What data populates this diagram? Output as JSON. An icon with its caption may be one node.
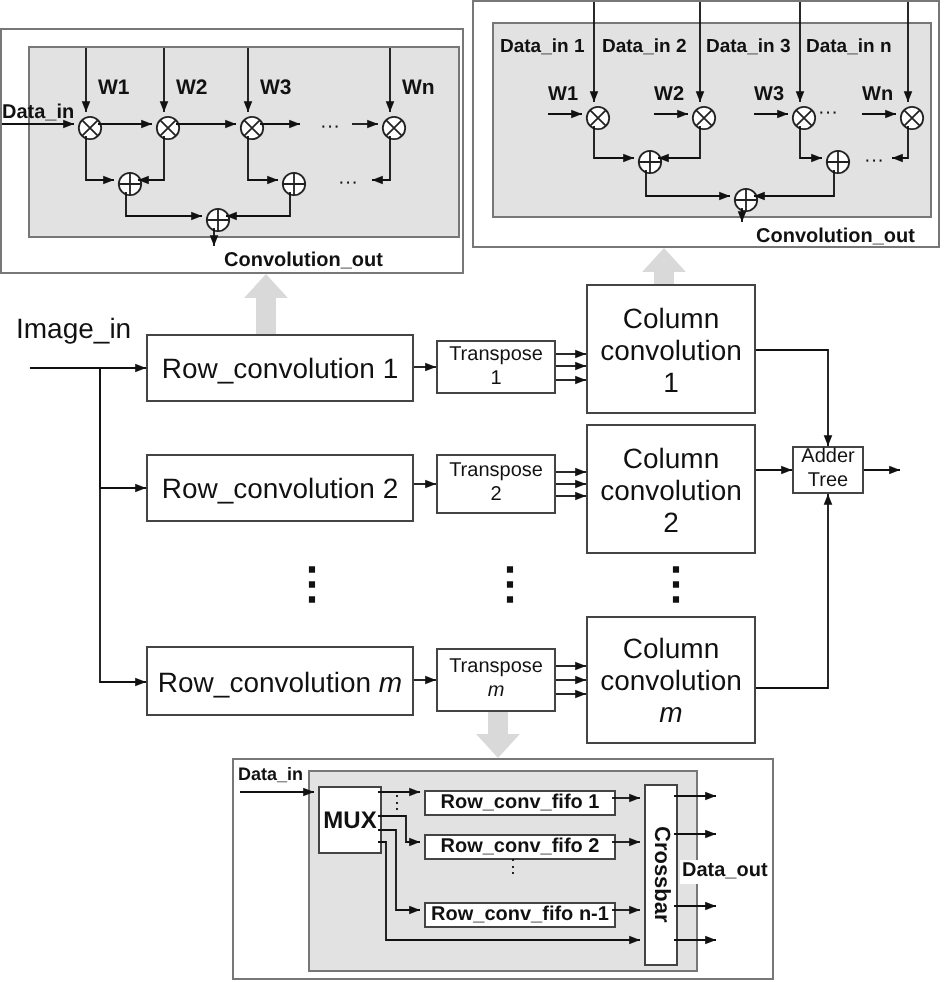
{
  "diagram": {
    "nodes": [
      {
        "text": [],
        "shape": "box"
      },
      {
        "text": [],
        "shape": "box",
        "in": 0
      },
      {
        "text": [
          "Data_in"
        ],
        "in": 0
      },
      {
        "text": [
          "W1"
        ],
        "in": 1
      },
      {
        "text": [
          "W2"
        ],
        "in": 1
      },
      {
        "text": [
          "W3"
        ],
        "in": 1
      },
      {
        "text": [
          "Wn"
        ],
        "in": 1
      },
      {
        "text": [],
        "shape": "cross-circle",
        "in": 1
      },
      {
        "text": [],
        "shape": "cross-circle",
        "in": 1
      },
      {
        "text": [],
        "shape": "cross-circle",
        "in": 1
      },
      {
        "text": [],
        "shape": "cross-circle",
        "in": 1
      },
      {
        "text": [
          "···"
        ],
        "in": 1
      },
      {
        "text": [],
        "shape": "plus-circle",
        "in": 1
      },
      {
        "text": [],
        "shape": "plus-circle",
        "in": 1
      },
      {
        "text": [
          "···"
        ],
        "in": 1
      },
      {
        "text": [],
        "shape": "plus-circle",
        "in": 1
      },
      {
        "text": [
          "Convolution_out"
        ],
        "in": 0
      },
      {
        "text": [],
        "shape": "box"
      },
      {
        "text": [],
        "shape": "box",
        "in": 17
      },
      {
        "text": [
          "W1"
        ],
        "in": 18
      },
      {
        "text": [
          "W2"
        ],
        "in": 18
      },
      {
        "text": [
          "W3"
        ],
        "in": 18
      },
      {
        "text": [
          "Wn"
        ],
        "in": 18
      },
      {
        "text": [],
        "shape": "cross-circle",
        "in": 18
      },
      {
        "text": [],
        "shape": "cross-circle",
        "in": 18
      },
      {
        "text": [],
        "shape": "cross-circle",
        "in": 18
      },
      {
        "text": [],
        "shape": "cross-circle",
        "in": 18
      },
      {
        "text": [],
        "shape": "plus-circle",
        "in": 18
      },
      {
        "text": [],
        "shape": "plus-circle",
        "in": 18
      },
      {
        "text": [
          "···"
        ],
        "in": 18
      },
      {
        "text": [],
        "shape": "plus-circle",
        "in": 18
      },
      {
        "text": [
          "Convolution_out"
        ],
        "in": 17
      },
      {
        "text": [
          "Image_in"
        ]
      },
      {
        "text": [
          "Row_convolution 1"
        ]
      },
      {
        "text": [
          "Row_convolution 2"
        ]
      },
      {
        "text": [
          "Row_convolution *m*"
        ]
      },
      {
        "text": [
          "Transpose 1"
        ]
      },
      {
        "text": [
          "Transpose 2"
        ]
      },
      {
        "text": [
          "Transpose *m*"
        ]
      },
      {
        "text": [
          "Column convolution 1"
        ]
      },
      {
        "text": [
          "Column convolution 2"
        ]
      },
      {
        "text": [
          "Column convolution *m*"
        ]
      },
      {
        "text": [
          "Adder Tree"
        ]
      },
      {
        "text": [],
        "shape": "box"
      },
      {
        "text": [],
        "shape": "box",
        "in": 43
      },
      {
        "text": [
          "Data_in"
        ],
        "in": 43
      },
      {
        "text": [
          "MUX"
        ],
        "in": 44
      },
      {
        "text": [
          "Row_conv_fifo 1"
        ],
        "in": 44
      },
      {
        "text": [
          "Row_conv_fifo 2"
        ],
        "in": 44
      },
      {
        "text": [
          "Row_conv_fifo n-1"
        ],
        "in": 44
      },
      {
        "text": [
          "Crossbar"
        ],
        "in": 44,
        "beside": [
          "Data_out"
        ]
      }
    ],
    "edges": [
      {
        "from": 2,
        "to": 7,
        "arrow": "to"
      },
      {
        "from": 3,
        "to": 7,
        "arrow": "to"
      },
      {
        "from": 4,
        "to": 8,
        "arrow": "to"
      },
      {
        "from": 5,
        "to": 9,
        "arrow": "to"
      },
      {
        "from": 6,
        "to": 10,
        "arrow": "to"
      },
      {
        "from": 7,
        "to": 8,
        "arrow": "to"
      },
      {
        "from": 8,
        "to": 9,
        "arrow": "to"
      },
      {
        "from": 9,
        "to": 11,
        "arrow": "to"
      },
      {
        "from": 11,
        "to": 10,
        "arrow": "to"
      },
      {
        "from": 7,
        "to": 12,
        "arrow": "to"
      },
      {
        "from": 8,
        "to": 12,
        "arrow": "to"
      },
      {
        "from": 9,
        "to": 13,
        "arrow": "to"
      },
      {
        "from": 10,
        "to": 14,
        "arrow": "to"
      },
      {
        "from": 12,
        "to": 15,
        "arrow": "to"
      },
      {
        "from": 13,
        "to": 15,
        "arrow": "to"
      },
      {
        "from": 15,
        "to": 16,
        "arrow": "to"
      },
      {
        "from": null,
        "to": 23,
        "arrow": "to"
      },
      {
        "from": null,
        "to": 24,
        "arrow": "to"
      },
      {
        "from": null,
        "to": 25,
        "arrow": "to"
      },
      {
        "from": null,
        "to": 26,
        "arrow": "to"
      },
      {
        "from": 19,
        "to": 23,
        "arrow": "to"
      },
      {
        "from": 20,
        "to": 24,
        "arrow": "to"
      },
      {
        "from": 21,
        "to": 25,
        "arrow": "to"
      },
      {
        "from": 22,
        "to": 26,
        "arrow": "to"
      },
      {
        "from": 23,
        "to": 27,
        "arrow": "to"
      },
      {
        "from": 24,
        "to": 27,
        "arrow": "to"
      },
      {
        "from": 25,
        "to": 28,
        "arrow": "to"
      },
      {
        "from": 26,
        "to": 29,
        "arrow": "to"
      },
      {
        "from": 27,
        "to": 30,
        "arrow": "to"
      },
      {
        "from": 28,
        "to": 30,
        "arrow": "to"
      },
      {
        "from": 30,
        "to": 31,
        "arrow": "to"
      },
      {
        "from": 32,
        "to": 33,
        "arrow": "to"
      },
      {
        "from": 32,
        "to": 34,
        "arrow": "to"
      },
      {
        "from": 32,
        "to": 35,
        "arrow": "to"
      },
      {
        "from": 33,
        "to": 36,
        "arrow": "to"
      },
      {
        "from": 34,
        "to": 37,
        "arrow": "to"
      },
      {
        "from": 35,
        "to": 38,
        "arrow": "to"
      },
      {
        "from": 36,
        "to": 39,
        "arrow": "to"
      },
      {
        "from": 36,
        "to": 39,
        "arrow": "to"
      },
      {
        "from": 36,
        "to": 39,
        "arrow": "to"
      },
      {
        "from": 37,
        "to": 40,
        "arrow": "to"
      },
      {
        "from": 37,
        "to": 40,
        "arrow": "to"
      },
      {
        "from": 37,
        "to": 40,
        "arrow": "to"
      },
      {
        "from": 38,
        "to": 41,
        "arrow": "to"
      },
      {
        "from": 38,
        "to": 41,
        "arrow": "to"
      },
      {
        "from": 38,
        "to": 41,
        "arrow": "to"
      },
      {
        "from": 39,
        "to": 42,
        "arrow": "to"
      },
      {
        "from": 40,
        "to": 42,
        "arrow": "to"
      },
      {
        "from": 41,
        "to": 42,
        "arrow": "to"
      },
      {
        "from": 42,
        "to": null,
        "arrow": "to"
      },
      {
        "from": 33,
        "to": 0,
        "arrow": "to",
        "style": "thick",
        "color": "#d9d9d9"
      },
      {
        "from": 39,
        "to": 17,
        "arrow": "to",
        "style": "thick",
        "color": "#d9d9d9"
      },
      {
        "from": 38,
        "to": 43,
        "arrow": "to",
        "style": "thick",
        "color": "#d9d9d9"
      },
      {
        "from": 45,
        "to": 46,
        "arrow": "to"
      },
      {
        "from": 46,
        "to": 47,
        "arrow": "to"
      },
      {
        "from": 46,
        "to": 48,
        "arrow": "to"
      },
      {
        "from": 46,
        "to": 49,
        "arrow": "to"
      },
      {
        "from": 46,
        "to": 50,
        "arrow": "to"
      },
      {
        "from": 47,
        "to": 50,
        "arrow": "to"
      },
      {
        "from": 48,
        "to": 50,
        "arrow": "to"
      },
      {
        "from": 49,
        "to": 50,
        "arrow": "to"
      },
      {
        "from": 50,
        "to": null,
        "arrow": "to"
      },
      {
        "from": 50,
        "to": null,
        "arrow": "to"
      },
      {
        "from": 50,
        "to": null,
        "arrow": "to"
      },
      {
        "from": 50,
        "to": null,
        "arrow": "to"
      }
    ],
    "labels": [
      "Data_in 1",
      "Data_in 2",
      "Data_in 3",
      "Data_in n",
      "···",
      "⋮",
      "⋮",
      "⋮",
      "⋮",
      "⋮"
    ]
  }
}
